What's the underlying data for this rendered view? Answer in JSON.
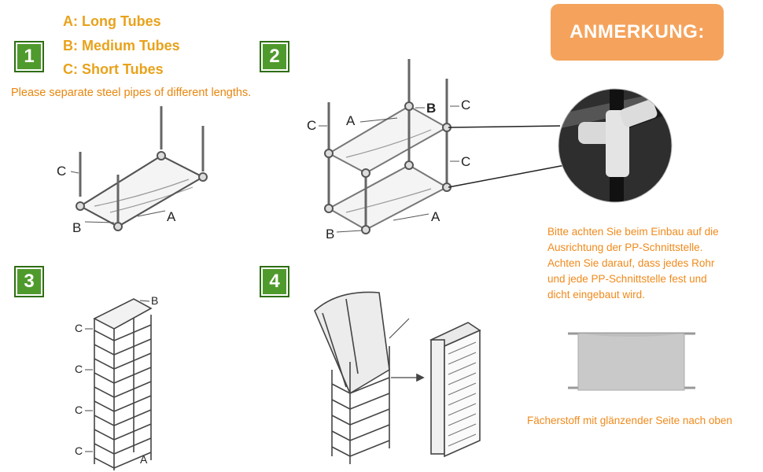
{
  "steps": [
    "1",
    "2",
    "3",
    "4"
  ],
  "legend": {
    "a": "A: Long Tubes",
    "b": "B: Medium Tubes",
    "c": "C: Short Tubes"
  },
  "instruction": "Please separate steel pipes of different lengths.",
  "part_labels": {
    "a": "A",
    "b": "B",
    "c": "C"
  },
  "note_badge": "ANMERKUNG:",
  "german_note": [
    "Bitte achten Sie beim Einbau auf die",
    "Ausrichtung der PP-Schnittstelle.",
    "Achten Sie darauf, dass jedes Rohr",
    "und jede PP-Schnittstelle fest und",
    "dicht eingebaut wird."
  ],
  "fabric_note": "Fächerstoff mit glänzender Seite nach oben",
  "colors": {
    "step_green": "#4f9a2c",
    "legend_orange": "#e8a21b",
    "badge_orange": "#f5a35c",
    "note_orange": "#f08a1c"
  }
}
